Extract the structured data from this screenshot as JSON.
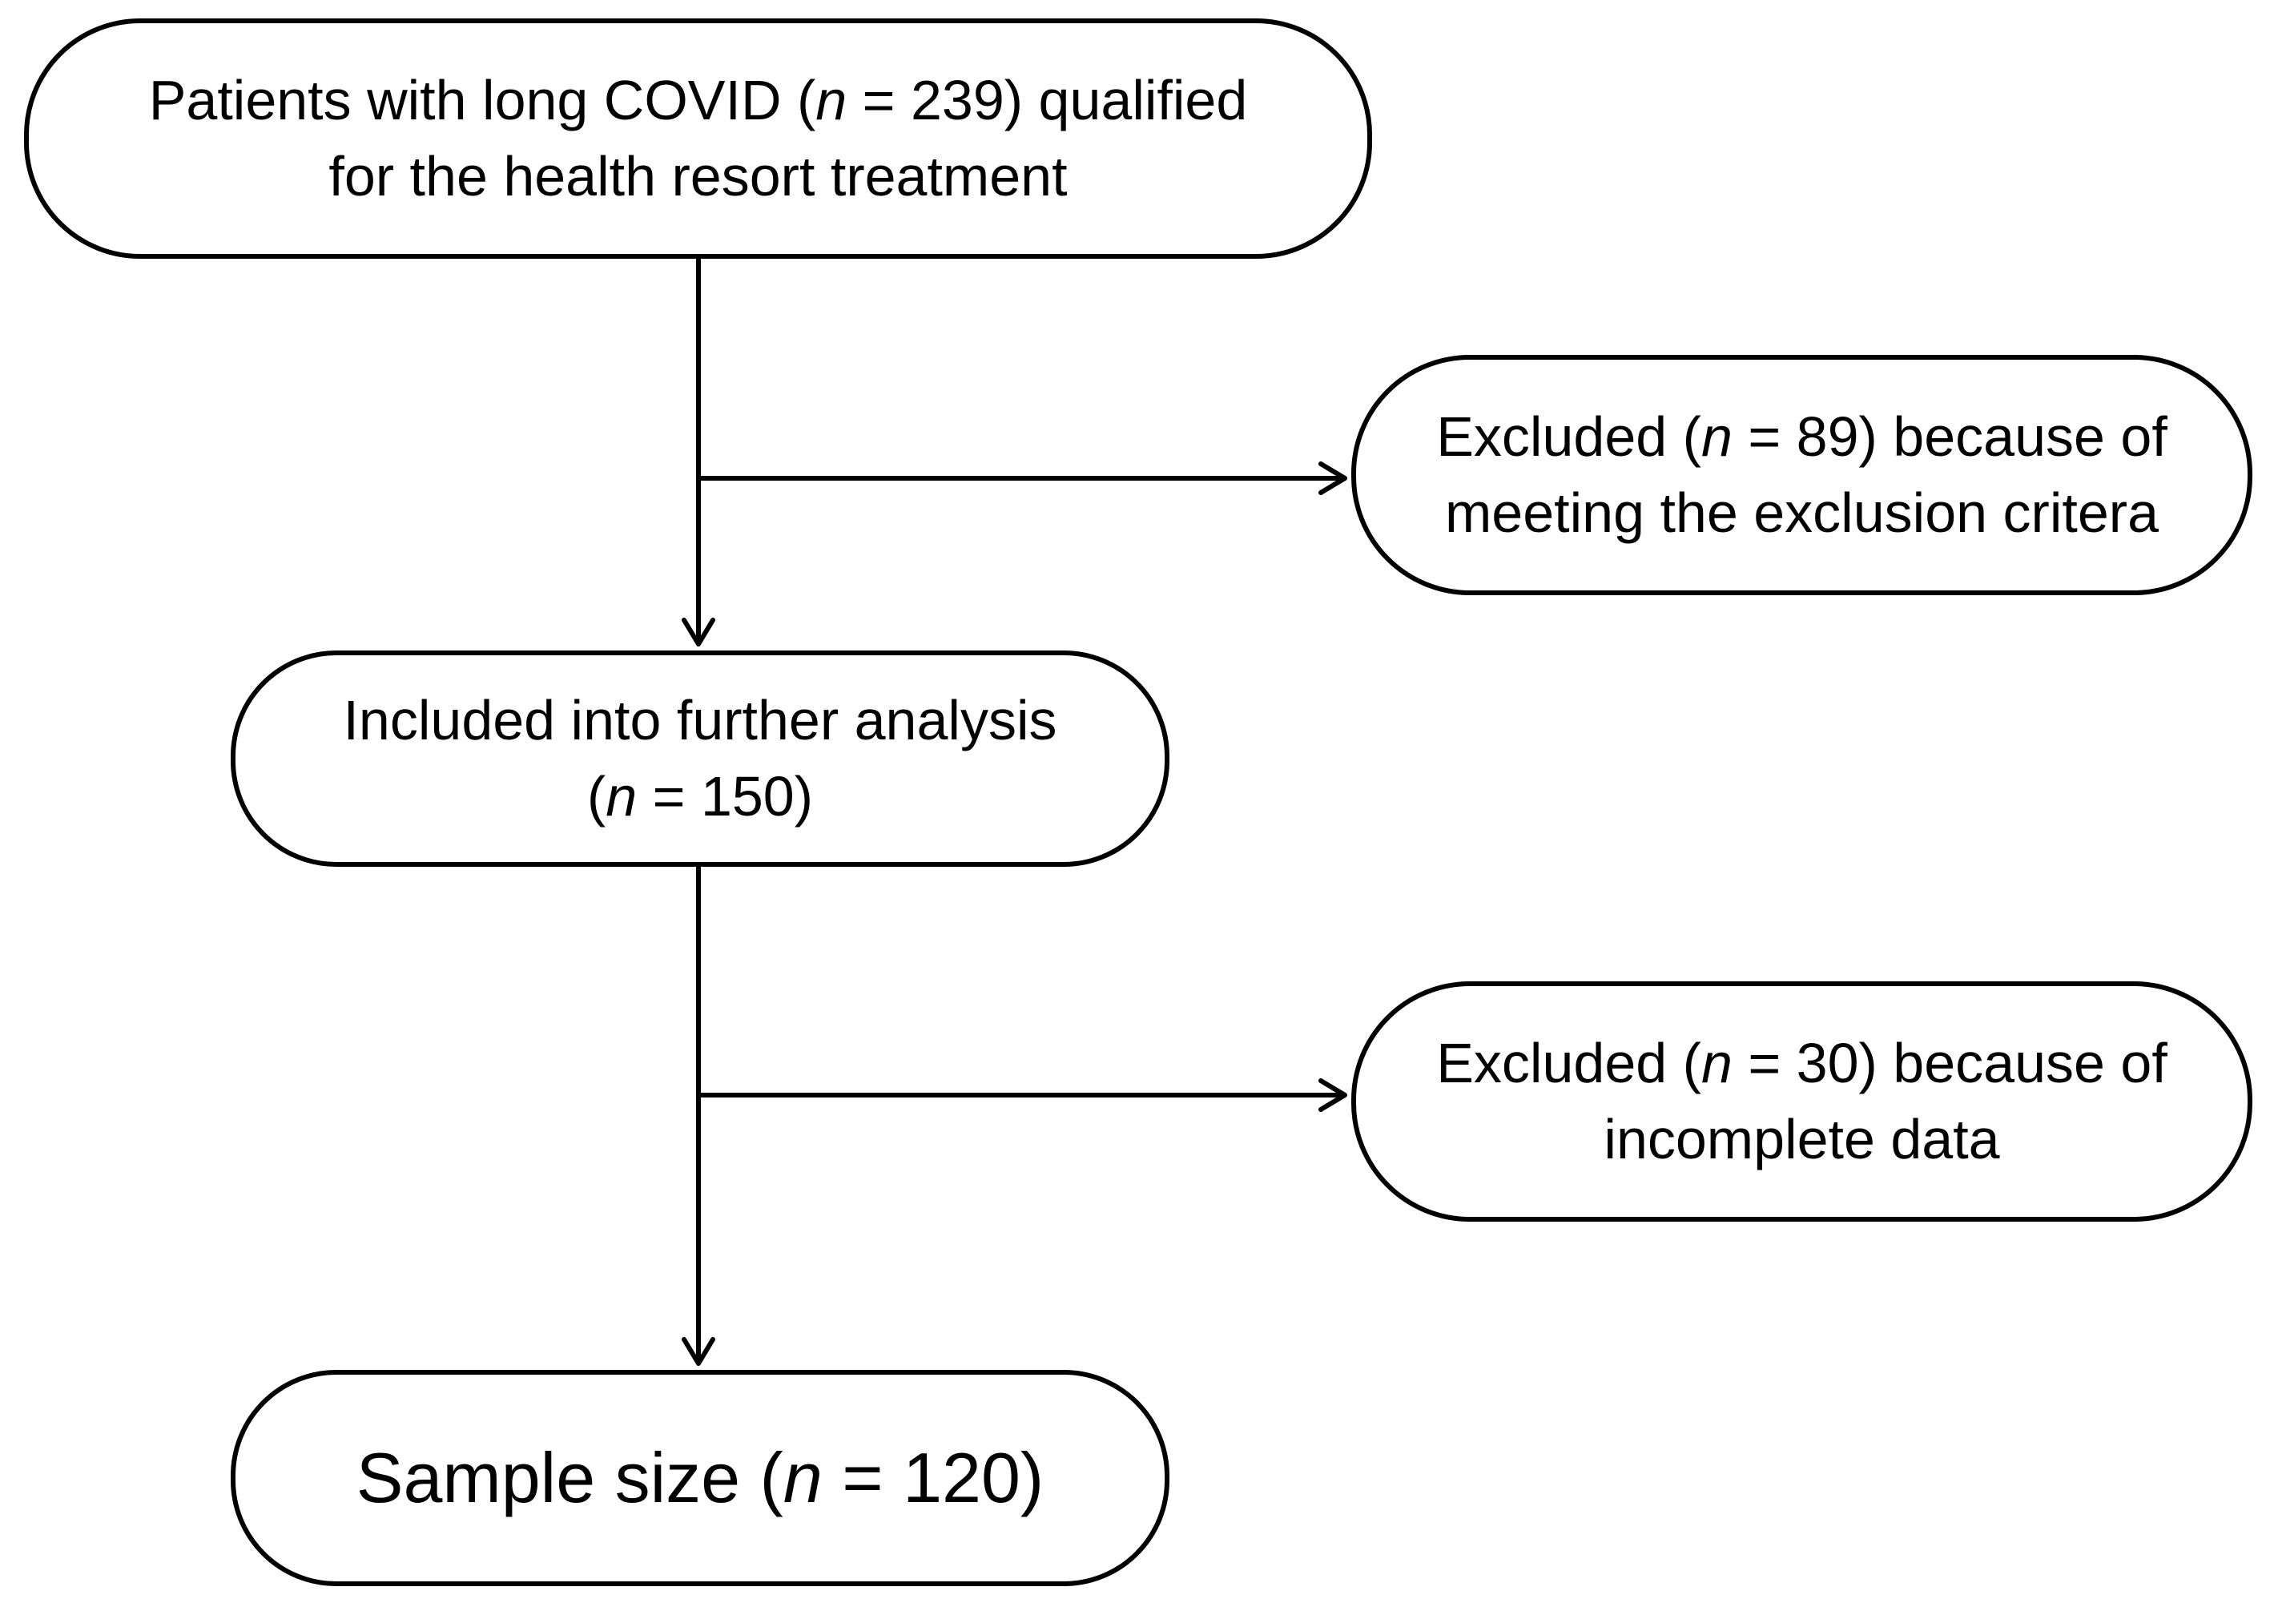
{
  "diagram": {
    "type": "flowchart",
    "background_color": "#ffffff",
    "line_color": "#000000",
    "text_color": "#000000",
    "nodes": [
      {
        "id": "enrolled",
        "lines": [
          "Patients with long COVID (n = 239) qualified",
          "for the health resort treatment"
        ],
        "n": 239
      },
      {
        "id": "excluded-1",
        "lines": [
          "Excluded (n = 89) because of",
          "meeting the exclusion critera"
        ],
        "n": 89
      },
      {
        "id": "included",
        "lines": [
          "Included into further analysis",
          "(n = 150)"
        ],
        "n": 150
      },
      {
        "id": "excluded-2",
        "lines": [
          "Excluded (n = 30) because of",
          "incomplete data"
        ],
        "n": 30
      },
      {
        "id": "sample",
        "lines": [
          "Sample size (n = 120)"
        ],
        "n": 120
      }
    ],
    "edges": [
      {
        "from": "enrolled",
        "to": "included"
      },
      {
        "from": "enrolled",
        "to": "excluded-1"
      },
      {
        "from": "included",
        "to": "sample"
      },
      {
        "from": "included",
        "to": "excluded-2"
      }
    ]
  }
}
